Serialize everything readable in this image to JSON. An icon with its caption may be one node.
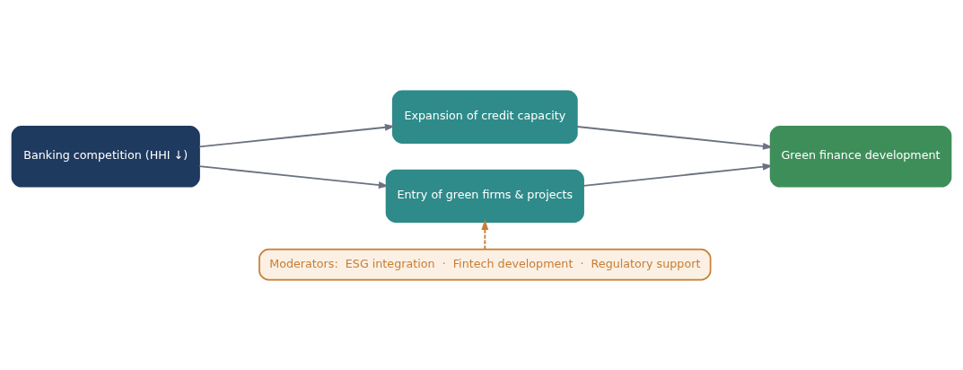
{
  "diagram": {
    "nodes": [
      {
        "text": [
          "Banking competition (HHI ↓)"
        ]
      },
      {
        "text": [
          "Expansion of credit capacity"
        ]
      },
      {
        "text": [
          "Entry of green firms & projects"
        ]
      },
      {
        "text": [
          "Green finance development"
        ]
      },
      {
        "text": [
          "Moderators:  ESG integration  ·  Fintech development  ·  Regulatory support"
        ]
      }
    ],
    "edges": [
      {
        "from": 0,
        "to": 1,
        "arrow": "to"
      },
      {
        "from": 0,
        "to": 2,
        "arrow": "to"
      },
      {
        "from": 1,
        "to": 3,
        "arrow": "to"
      },
      {
        "from": 2,
        "to": 3,
        "arrow": "to"
      },
      {
        "from": 4,
        "to": 2,
        "arrow": "to",
        "style": "dashed",
        "color": "#c87d35"
      }
    ]
  }
}
